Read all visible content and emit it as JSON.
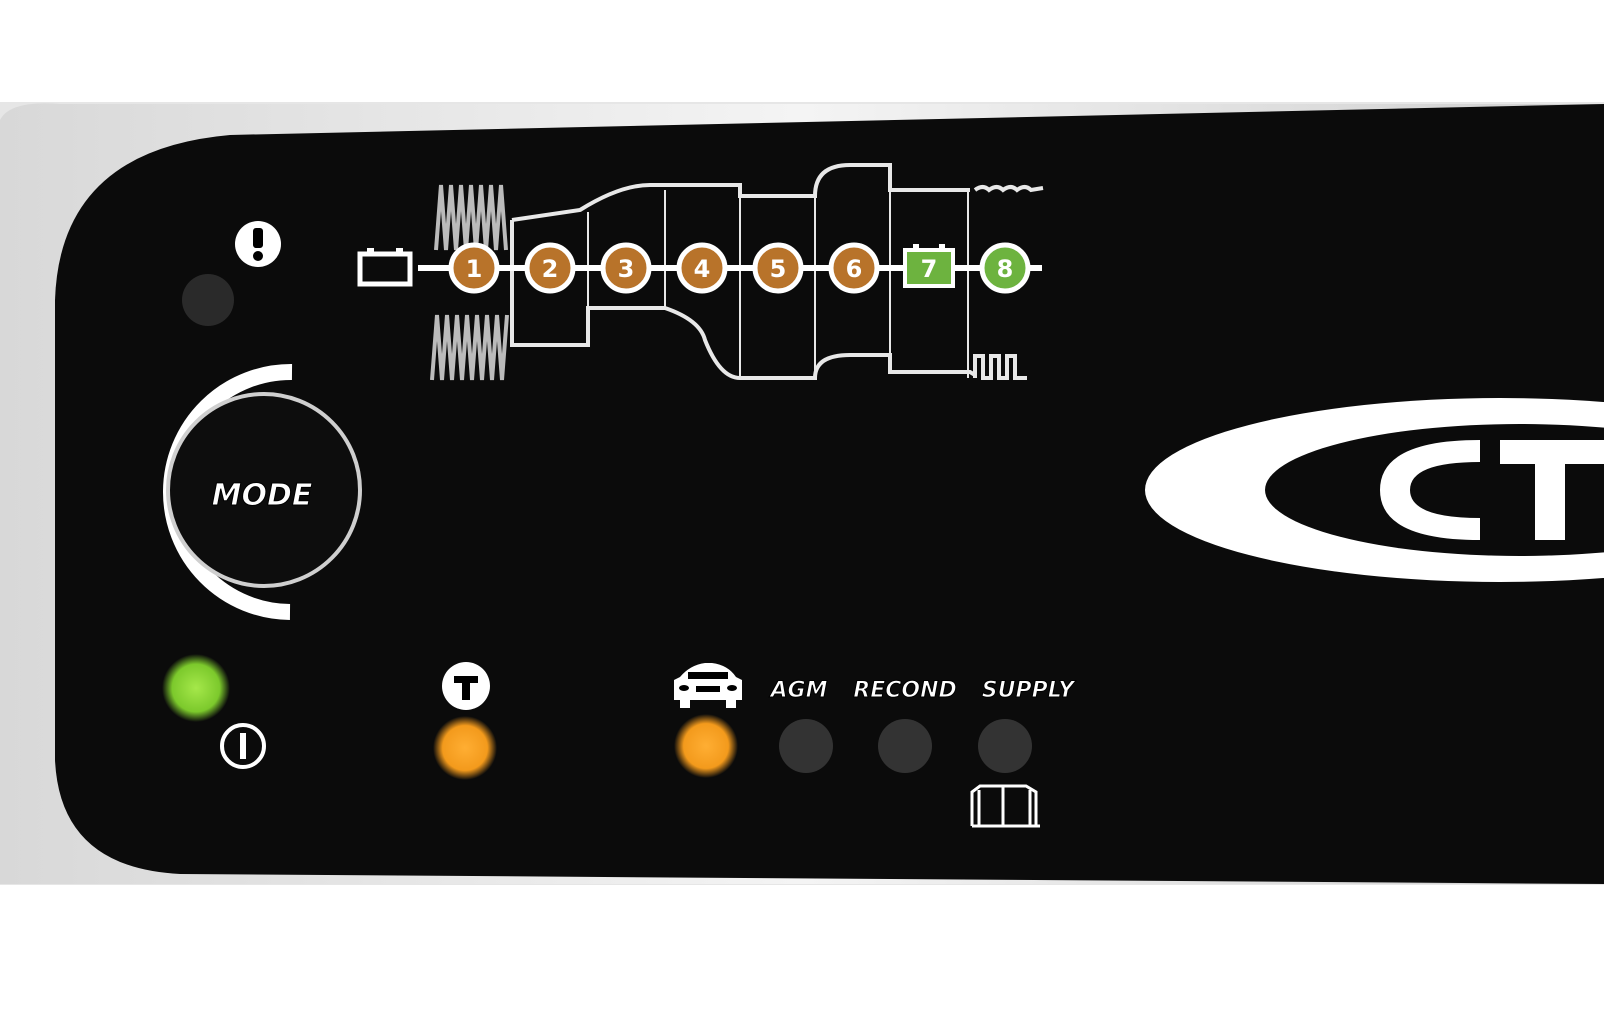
{
  "panel": {
    "mode_button_label": "MODE",
    "mode_labels": [
      "AGM",
      "RECOND",
      "SUPPLY"
    ],
    "logo_text": "CT",
    "steps": [
      {
        "label": "1",
        "state": "active",
        "color": "#b8732a"
      },
      {
        "label": "2",
        "state": "active",
        "color": "#b8732a"
      },
      {
        "label": "3",
        "state": "active",
        "color": "#b8732a"
      },
      {
        "label": "4",
        "state": "active",
        "color": "#b8732a"
      },
      {
        "label": "5",
        "state": "active",
        "color": "#b8732a"
      },
      {
        "label": "6",
        "state": "active",
        "color": "#b8732a"
      },
      {
        "label": "7",
        "state": "ready",
        "color": "#6db33f"
      },
      {
        "label": "8",
        "state": "ready",
        "color": "#6db33f"
      }
    ],
    "indicators": {
      "error_led": {
        "icon": "exclamation-icon",
        "on": false
      },
      "power_led": {
        "icon": "power-icon",
        "on": true,
        "color": "#8fd63a"
      },
      "temperature_led": {
        "icon": "t-icon",
        "on": true,
        "color": "#f39a1c"
      },
      "car_led": {
        "icon": "car-icon",
        "on": true,
        "color": "#f39a1c"
      },
      "agm_led": {
        "on": false
      },
      "recond_led": {
        "on": false
      },
      "supply_led": {
        "on": false
      },
      "manual_icon": "book-icon"
    },
    "colors": {
      "panel": "#0b0b0b",
      "led_off": "#333333",
      "bronze": "#b8732a",
      "green": "#6db33f"
    }
  }
}
